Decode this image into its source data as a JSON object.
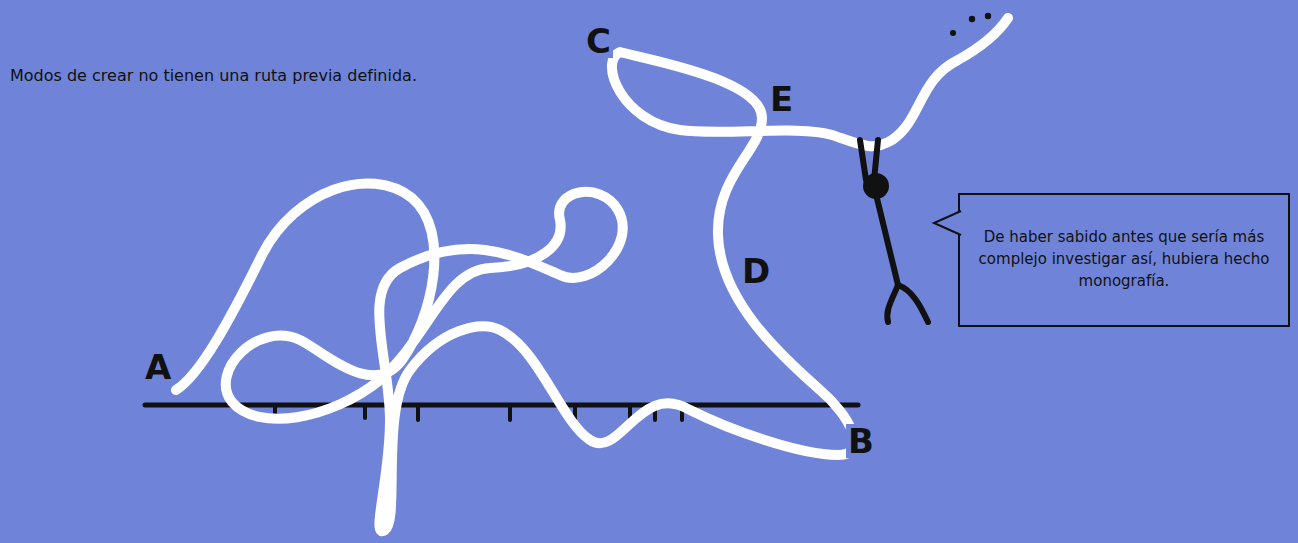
{
  "diagram": {
    "nodes": [
      {
        "text": [
          "De haber sabido antes que sería más complejo investigar así, hubiera hecho monografía."
        ]
      }
    ],
    "labels": [
      "Modos de crear no tienen una ruta previa definida.",
      "A",
      "B",
      "C",
      "D",
      "E"
    ]
  }
}
